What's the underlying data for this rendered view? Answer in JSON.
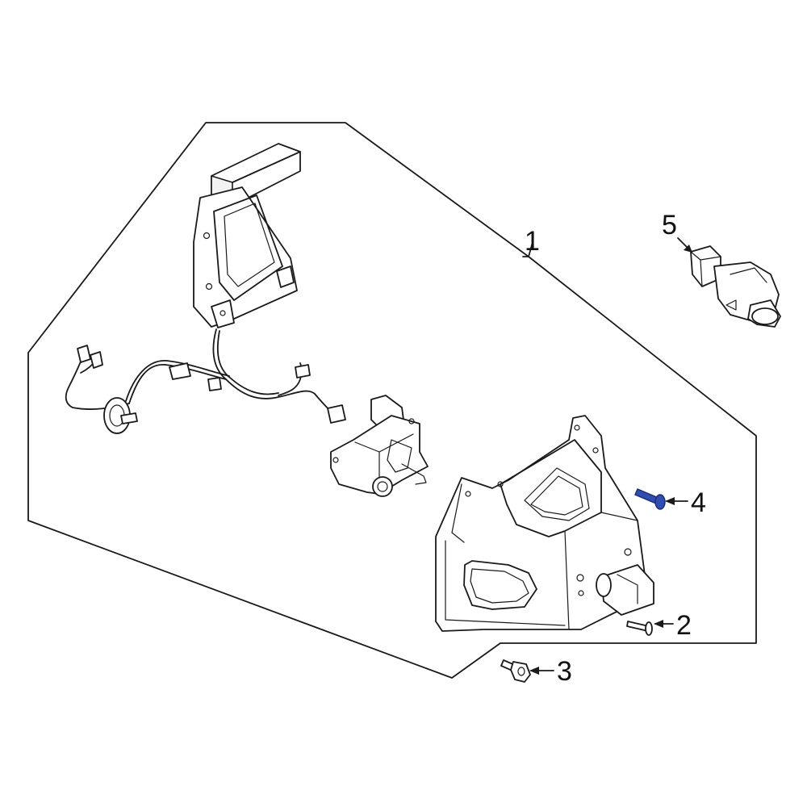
{
  "diagram": {
    "callouts": [
      {
        "id": "1",
        "label": "1"
      },
      {
        "id": "2",
        "label": "2"
      },
      {
        "id": "3",
        "label": "3"
      },
      {
        "id": "4",
        "label": "4"
      },
      {
        "id": "5",
        "label": "5"
      }
    ],
    "colors": {
      "line": "#1a1a1a",
      "highlight": "#2f4fb0",
      "background": "#ffffff"
    }
  }
}
